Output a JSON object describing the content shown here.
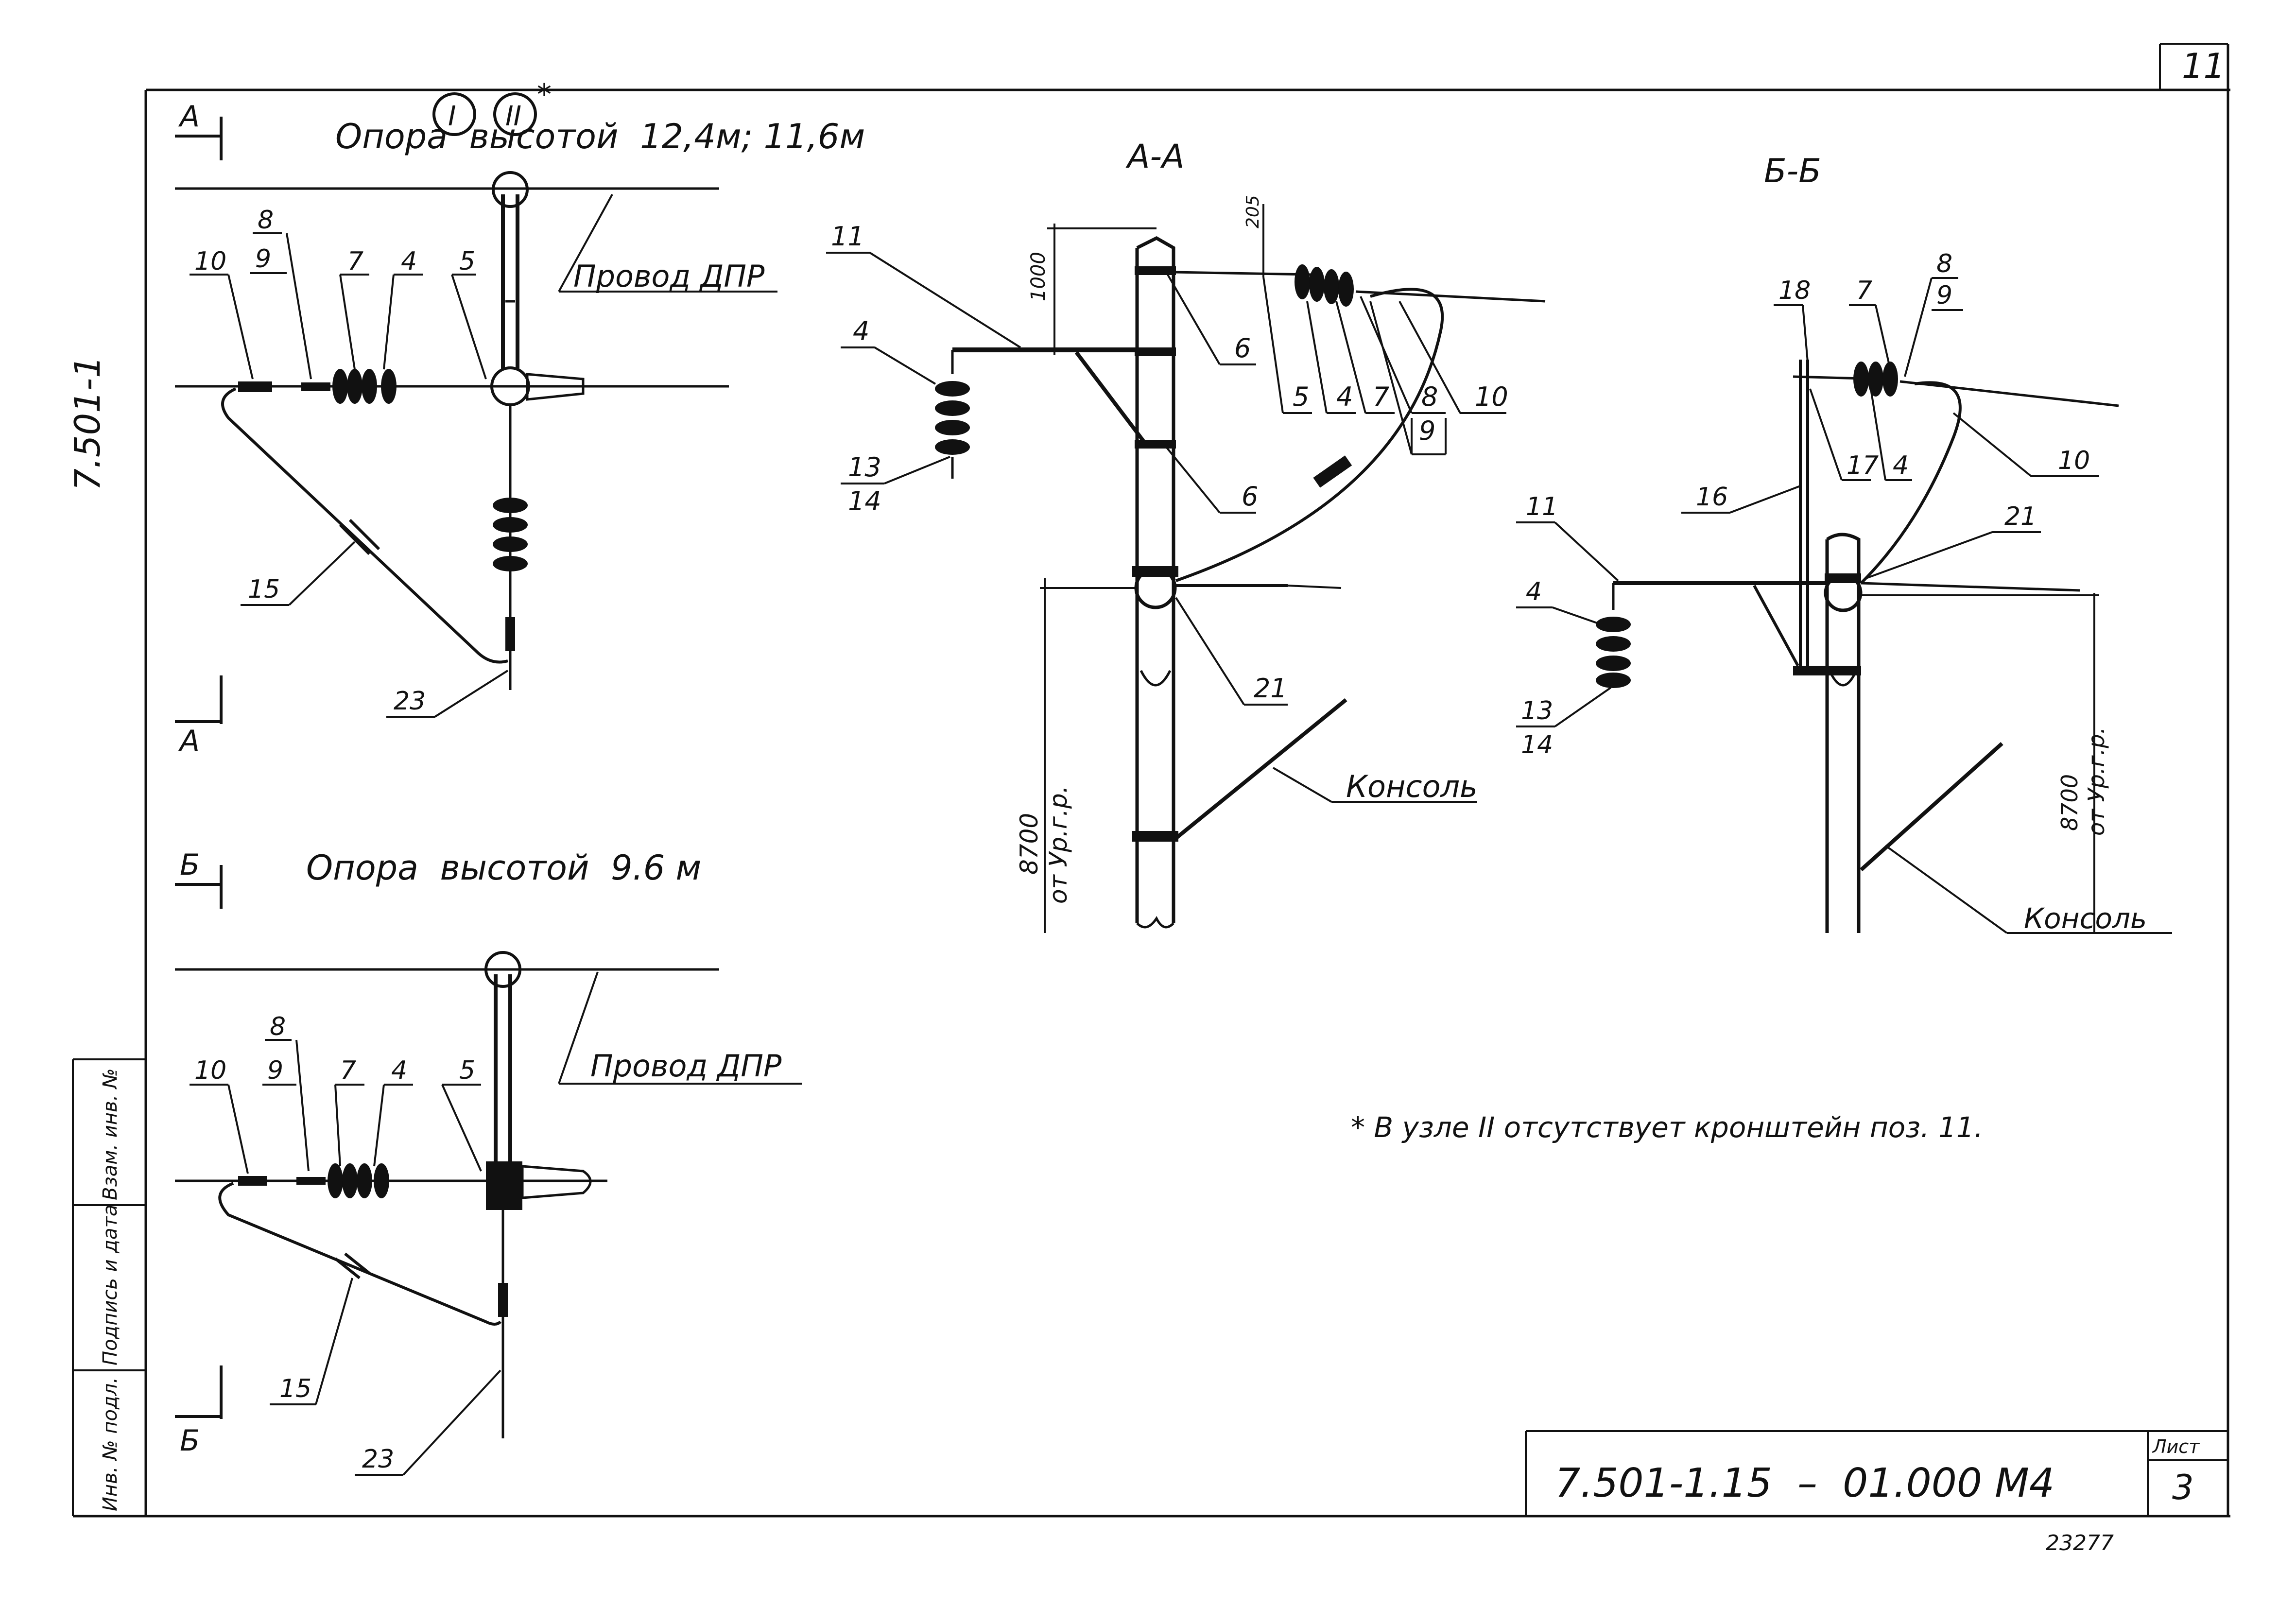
{
  "sheet": {
    "corner_number": "11",
    "side_code": "7.501-1",
    "stamp_code": "7.501-1.15  –  01.000 М4",
    "sheet_label": "Лист",
    "sheet_number": "3",
    "inventory_number": "23277",
    "side_boxes": [
      "Инв. № подл.",
      "Подпись и дата",
      "Взам. инв. №"
    ]
  },
  "view_top": {
    "section_letter": "А",
    "title": "Опора  высотой  12,4м; 11,6м",
    "node_marks": [
      "I",
      "II"
    ],
    "asterisk": "*",
    "wire_label": "Провод ДПР",
    "callouts": [
      "10",
      "8",
      "9",
      "7",
      "4",
      "5",
      "15",
      "23"
    ]
  },
  "view_bottom": {
    "section_letter": "Б",
    "title": "Опора  высотой  9.6 м",
    "wire_label": "Провод ДПР",
    "callouts": [
      "10",
      "8",
      "9",
      "7",
      "4",
      "5",
      "15",
      "23"
    ]
  },
  "section_aa": {
    "title": "А-А",
    "dim_1000": "1000",
    "dim_205": "205",
    "height_dim": "8700",
    "height_note": "от Ур.г.р.",
    "console_label": "Консоль",
    "callouts": [
      "11",
      "4",
      "13",
      "14",
      "6",
      "6",
      "5",
      "4",
      "7",
      "8",
      "9",
      "10",
      "21"
    ]
  },
  "section_bb": {
    "title": "Б-Б",
    "height_dim": "8700",
    "height_note": "от Ур.г.р.",
    "console_label": "Консоль",
    "callouts": [
      "18",
      "7",
      "8",
      "9",
      "16",
      "17",
      "4",
      "10",
      "11",
      "21",
      "4",
      "13",
      "14"
    ]
  },
  "footnote": "* В узле II отсутствует кронштейн поз. 11."
}
